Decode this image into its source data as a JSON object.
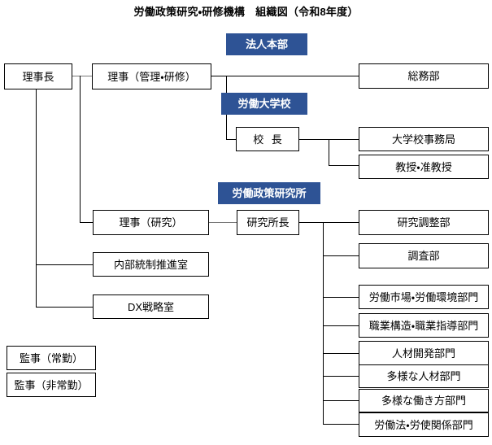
{
  "page": {
    "title": "労働政策研究・研修機構　組織図（令和8年度）",
    "accent_color": "#2E5395",
    "line_color": "#000000",
    "box_border_color": "#000000",
    "background_color": "#FFFFFF"
  },
  "sections": [
    {
      "id": "honbu",
      "label": "法人本部"
    },
    {
      "id": "daigaku",
      "label": "労働大学校"
    },
    {
      "id": "kenkyu",
      "label": "労働政策研究所"
    }
  ],
  "executive": {
    "president": "理事長",
    "director_admin": "理事（管理・研修）",
    "director_research": "理事（研究）"
  },
  "president_units": [
    {
      "label": "内部統制推進室"
    },
    {
      "label": "DX戦略室"
    }
  ],
  "auditors": [
    {
      "label": "監事（常勤）"
    },
    {
      "label": "監事（非常勤）"
    }
  ],
  "honbu_units": [
    {
      "label": "総務部"
    }
  ],
  "daigaku": {
    "head": "校 長",
    "units": [
      {
        "label": "大学校事務局"
      },
      {
        "label": "教授・准教授"
      }
    ]
  },
  "kenkyu": {
    "head": "研究所長",
    "units": [
      {
        "label": "研究調整部"
      },
      {
        "label": "調査部"
      },
      {
        "label": "労働市場・労働環境部門"
      },
      {
        "label": "職業構造・職業指導部門"
      },
      {
        "label": "人材開発部門"
      },
      {
        "label": "多様な人材部門"
      },
      {
        "label": "多様な働き方部門"
      },
      {
        "label": "労働法・労使関係部門"
      }
    ]
  }
}
